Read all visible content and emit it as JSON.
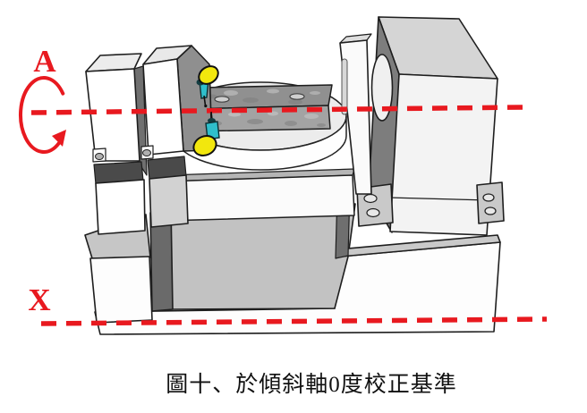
{
  "figure": {
    "caption": "圖十、於傾斜軸0度校正基準",
    "rotary_axis_label": "A",
    "linear_axis_label": "X"
  },
  "colors": {
    "annotation_red": "#e8191f",
    "dial_yellow": "#f2e70d",
    "stem_cyan": "#2fbecb",
    "outline_dark": "#1e1e1e",
    "face_white": "#ffffff",
    "face_light_gray": "#c9c9c9",
    "face_mid_gray": "#9b9b9b",
    "face_dark_gray": "#6f6f6f"
  }
}
